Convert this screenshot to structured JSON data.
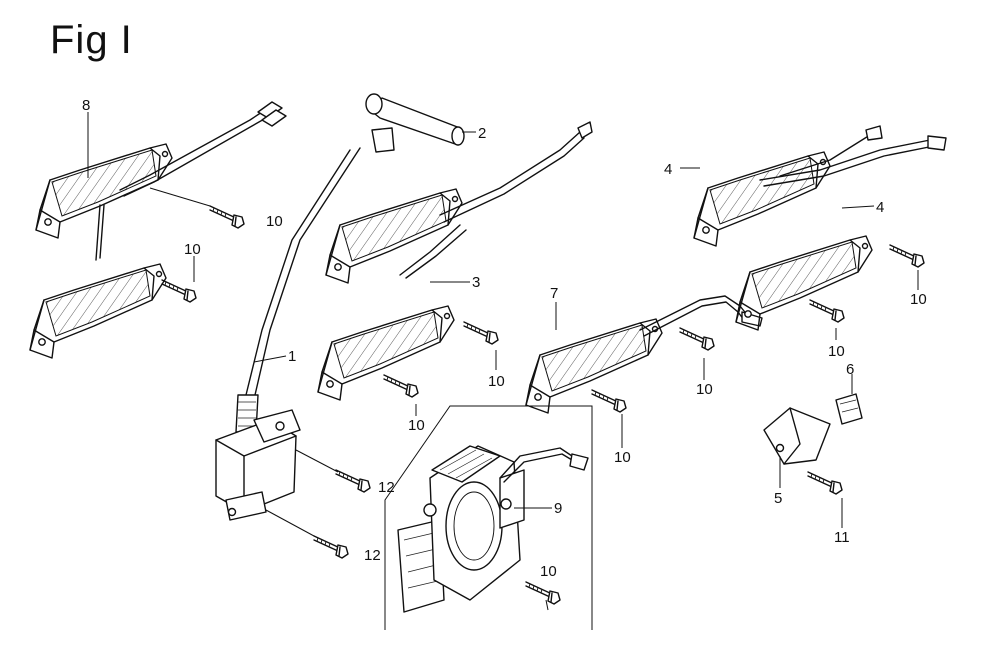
{
  "figure": {
    "title": "Fig I"
  },
  "callouts": {
    "c1": "1",
    "c2": "2",
    "c3": "3",
    "c4a": "4",
    "c4b": "4",
    "c5": "5",
    "c6": "6",
    "c7": "7",
    "c8": "8",
    "c9": "9",
    "c10a": "10",
    "c10b": "10",
    "c10c": "10",
    "c10d": "10",
    "c10e": "10",
    "c10f": "10",
    "c10g": "10",
    "c10h": "10",
    "c10i": "10",
    "c11": "11",
    "c12a": "12",
    "c12b": "12"
  },
  "colors": {
    "line": "#111111",
    "background": "#ffffff"
  }
}
